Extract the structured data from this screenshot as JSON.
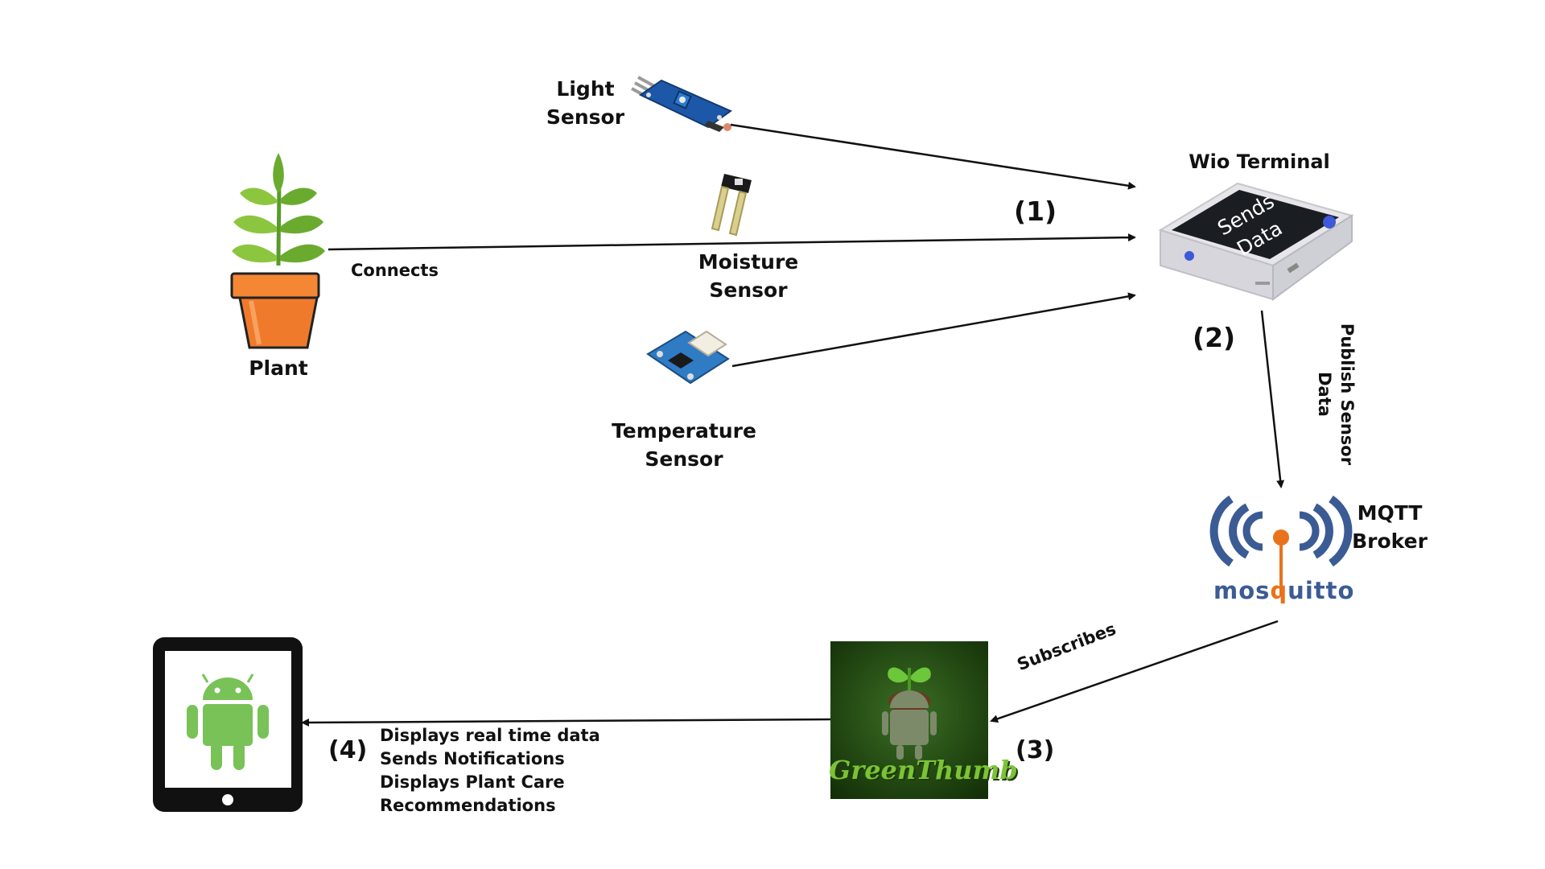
{
  "plant": {
    "label": "Plant"
  },
  "connects_label": "Connects",
  "sensors": {
    "light": {
      "line1": "Light",
      "line2": "Sensor"
    },
    "moisture": {
      "line1": "Moisture",
      "line2": "Sensor"
    },
    "temperature": {
      "line1": "Temperature",
      "line2": "Sensor"
    }
  },
  "wio": {
    "title": "Wio Terminal",
    "screen_line1": "Sends",
    "screen_line2": "Data"
  },
  "steps": {
    "s1": "(1)",
    "s2": "(2)",
    "s3": "(3)",
    "s4": "(4)"
  },
  "publish_label": {
    "line1": "Publish Sensor",
    "line2": "Data"
  },
  "broker": {
    "line1": "MQTT",
    "line2": "Broker",
    "logo_text_left": "mos",
    "logo_text_right": "uitto"
  },
  "subscribes_label": "Subscribes",
  "app": {
    "logo_text": "GreenThumb"
  },
  "tablet_features": [
    "Displays real time data",
    "Sends Notifications",
    "Displays Plant Care",
    "Recommendations"
  ],
  "colors": {
    "pot": "#f07a2c",
    "pot_rim": "#f58634",
    "leaf": "#6aab2f",
    "leaf_light": "#8cc63f",
    "android_green": "#78c257",
    "mosquitto_blue": "#3b5b95",
    "mosquitto_orange": "#e8731b",
    "app_bg": "#214a14"
  }
}
